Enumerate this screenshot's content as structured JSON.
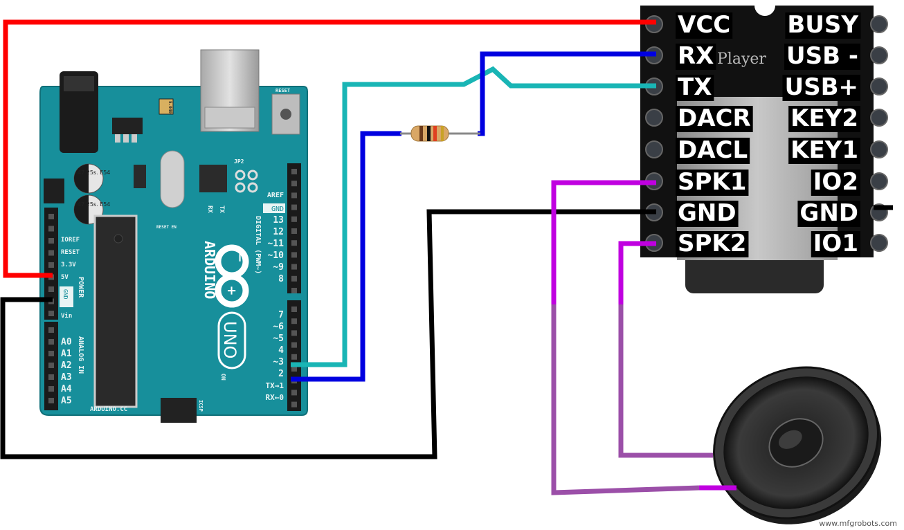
{
  "colors": {
    "vcc_wire": "#ff0000",
    "gnd_wire": "#000000",
    "tx_wire": "#19b5b5",
    "rx_wire": "#0000e0",
    "rx_wire_resistor_side": "#3333cc",
    "speaker_wire_upper": "#c000e0",
    "speaker_wire_lower": "#9b4fa8",
    "arduino_board": "#178f9b",
    "dfplayer_board": "#111111"
  },
  "arduino": {
    "brand": "ARDUINO",
    "model": "UNO",
    "website": "ARDUINO.CC",
    "reset_label": "RESET",
    "reset_en_label": "RESET EN",
    "jp2_label": "JP2",
    "icsp_label": "ICSP",
    "on_label": "ON",
    "rx_led_label": "RX",
    "tx_led_label": "TX",
    "capacitor_text": "47 25s. E54",
    "crystal_text": "5.040",
    "power_header_label": "POWER",
    "analog_header_label": "ANALOG IN",
    "digital_header_label": "DIGITAL (PWM~)",
    "power_pins": [
      "IOREF",
      "RESET",
      "3.3V",
      "5V",
      "GND",
      "Vin"
    ],
    "analog_pins": [
      "A0",
      "A1",
      "A2",
      "A3",
      "A4",
      "A5"
    ],
    "digital_top_pins": [
      "AREF",
      "GND",
      "13",
      "12",
      "~11",
      "~10",
      "~9",
      "8"
    ],
    "digital_bottom_pins": [
      "7",
      "~6",
      "~5",
      "4",
      "~3",
      "2",
      "TX→1",
      "RX←0"
    ]
  },
  "dfplayer": {
    "brand_text": "Player",
    "left_pins": [
      "VCC",
      "RX",
      "TX",
      "DACR",
      "DACL",
      "SPK1",
      "GND",
      "SPK2"
    ],
    "right_pins": [
      "BUSY",
      "USB -",
      "USB+",
      "KEY2",
      "KEY1",
      "IO2",
      "GND",
      "IO1"
    ]
  },
  "watermark": "www.mfgrobots.com"
}
